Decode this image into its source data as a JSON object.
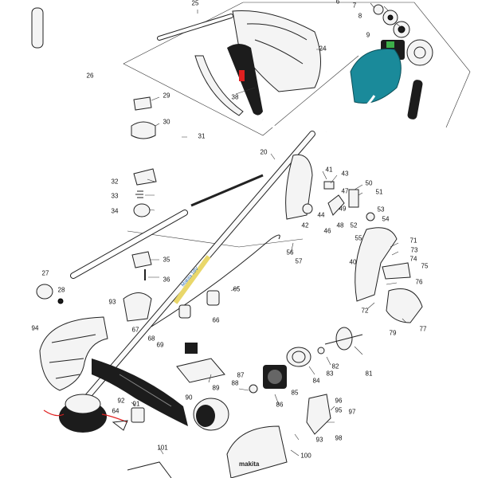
{
  "title": "Exploded parts diagram - cordless brush cutter",
  "callouts": {
    "c25": "25",
    "c6": "6",
    "c7": "7",
    "c8": "8",
    "c9": "9",
    "c24": "24",
    "c26": "26",
    "c38": "38",
    "c29": "29",
    "c30": "30",
    "c31": "31",
    "c20": "20",
    "c41": "41",
    "c43": "43",
    "c50": "50",
    "c51": "51",
    "c47": "47",
    "c49": "49",
    "c48": "48",
    "c44": "44",
    "c42": "42",
    "c46": "46",
    "c52": "52",
    "c53": "53",
    "c54": "54",
    "c55": "55",
    "c32": "32",
    "c33": "33",
    "c34": "34",
    "c56": "56",
    "c57": "57",
    "c71": "71",
    "c73": "73",
    "c74": "74",
    "c75": "75",
    "c40": "40",
    "c27": "27",
    "c28": "28",
    "c35": "35",
    "c36": "36",
    "c65": "65",
    "c76": "76",
    "c72": "72",
    "c77": "77",
    "c93a": "93",
    "c67": "67",
    "c66": "66",
    "c79": "79",
    "c94": "94",
    "c68": "68",
    "c69": "69",
    "c82": "82",
    "c81": "81",
    "c83": "83",
    "c84": "84",
    "c89": "89",
    "c87": "87",
    "c88": "88",
    "c85": "85",
    "c86": "86",
    "c90": "90",
    "c92": "92",
    "c91": "91",
    "c64": "64",
    "c96": "96",
    "c95": "95",
    "c97": "97",
    "c98": "98",
    "c93b": "93",
    "c100": "100",
    "c101": "101"
  },
  "decals": {
    "shaft_text": "Makita 18V",
    "housing_text": "makita"
  },
  "colors": {
    "motor_teal": "#1a8a9a",
    "battery_black": "#1c1c1c",
    "line_red": "#e02020",
    "label_yellow": "#e9d76a",
    "label_blue": "#2d6fb8"
  }
}
